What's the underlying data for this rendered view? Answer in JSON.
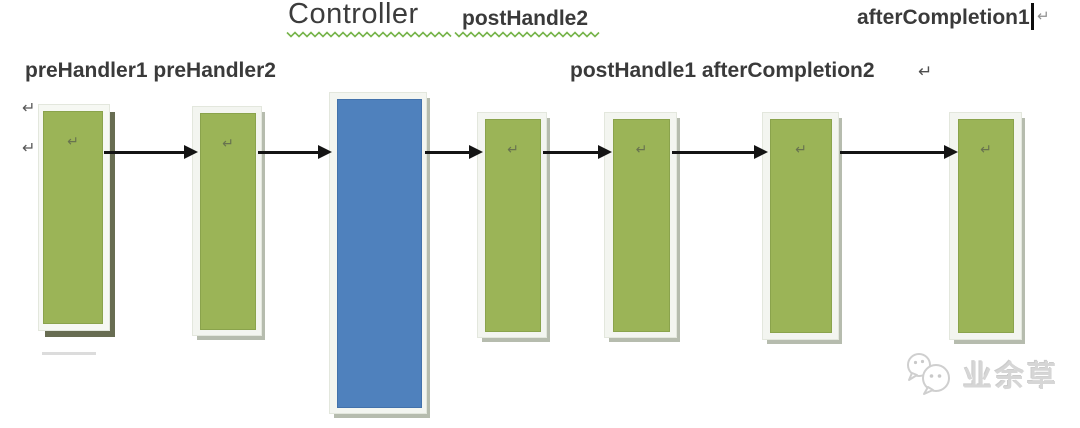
{
  "header": {
    "controller_label": "Controller",
    "post_handle2_label": "postHandle2",
    "after_completion1_label": "afterCompletion1",
    "pilcrow_mark": "↵"
  },
  "labels": {
    "pre_handlers": "preHandler1 preHandler2",
    "post_handlers": "postHandle1 afterCompletion2",
    "pilcrow_mark": "↵"
  },
  "diagram": {
    "pilcrow_mark": "↵",
    "margin_pilcrows": [
      "↵",
      "↵"
    ],
    "bars": [
      {
        "name": "prehandler1-bar",
        "type": "green",
        "pilcrow": "↵"
      },
      {
        "name": "prehandler2-bar",
        "type": "green",
        "pilcrow": "↵"
      },
      {
        "name": "controller-bar",
        "type": "blue",
        "pilcrow": ""
      },
      {
        "name": "posthandle2-bar",
        "type": "green",
        "pilcrow": "↵"
      },
      {
        "name": "posthandle1-bar",
        "type": "green",
        "pilcrow": "↵"
      },
      {
        "name": "aftercompletion2-bar",
        "type": "green",
        "pilcrow": "↵"
      },
      {
        "name": "aftercompletion1-bar",
        "type": "green",
        "pilcrow": "↵"
      }
    ],
    "arrow_count": 6,
    "colors": {
      "green": "#9bb457",
      "blue": "#4f81bd",
      "arrow": "#141414",
      "squiggle": "#77b44b"
    }
  },
  "watermark": {
    "text": "业余草",
    "icon": "wechat-bubbles-icon"
  }
}
